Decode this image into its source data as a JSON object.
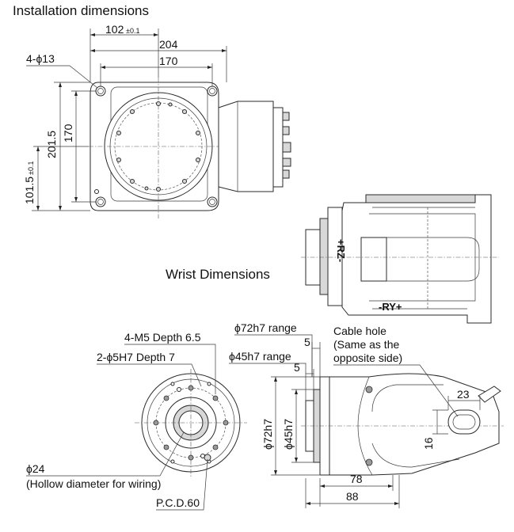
{
  "headings": {
    "installation": "Installation dimensions",
    "wrist": "Wrist Dimensions"
  },
  "installation": {
    "dim_102_main": "102",
    "dim_102_tol": "±0.1",
    "dim_204": "204",
    "dim_170_horizontal": "170",
    "hole_callout": "4-ϕ13",
    "dim_201_5": "201.5",
    "dim_170_vertical": "170",
    "dim_101_5_main": "101.5",
    "dim_101_5_tol": "±0.1"
  },
  "wrist_side_view": {
    "joint_rz": "+RZ-",
    "joint_ry": "-RY+"
  },
  "wrist_front": {
    "tapped_holes": "4-M5 Depth 6.5",
    "pin_holes": "2-ϕ5H7 Depth 7",
    "hollow_diameter": "ϕ24",
    "hollow_note": "(Hollow diameter for wiring)",
    "pcd": "P.C.D.60"
  },
  "wrist_side_dims": {
    "range_72": "ϕ72h7 range",
    "range_45": "ϕ45h7 range",
    "offset_5_top": "5",
    "offset_5_lower": "5",
    "dia_72": "ϕ72h7",
    "dia_45": "ϕ45h7",
    "cable_hole_line1": "Cable hole",
    "cable_hole_line2": "(Same as the",
    "cable_hole_line3": "opposite side)",
    "slot_width": "23",
    "slot_height": "16",
    "dim_78": "78",
    "dim_88": "88"
  }
}
